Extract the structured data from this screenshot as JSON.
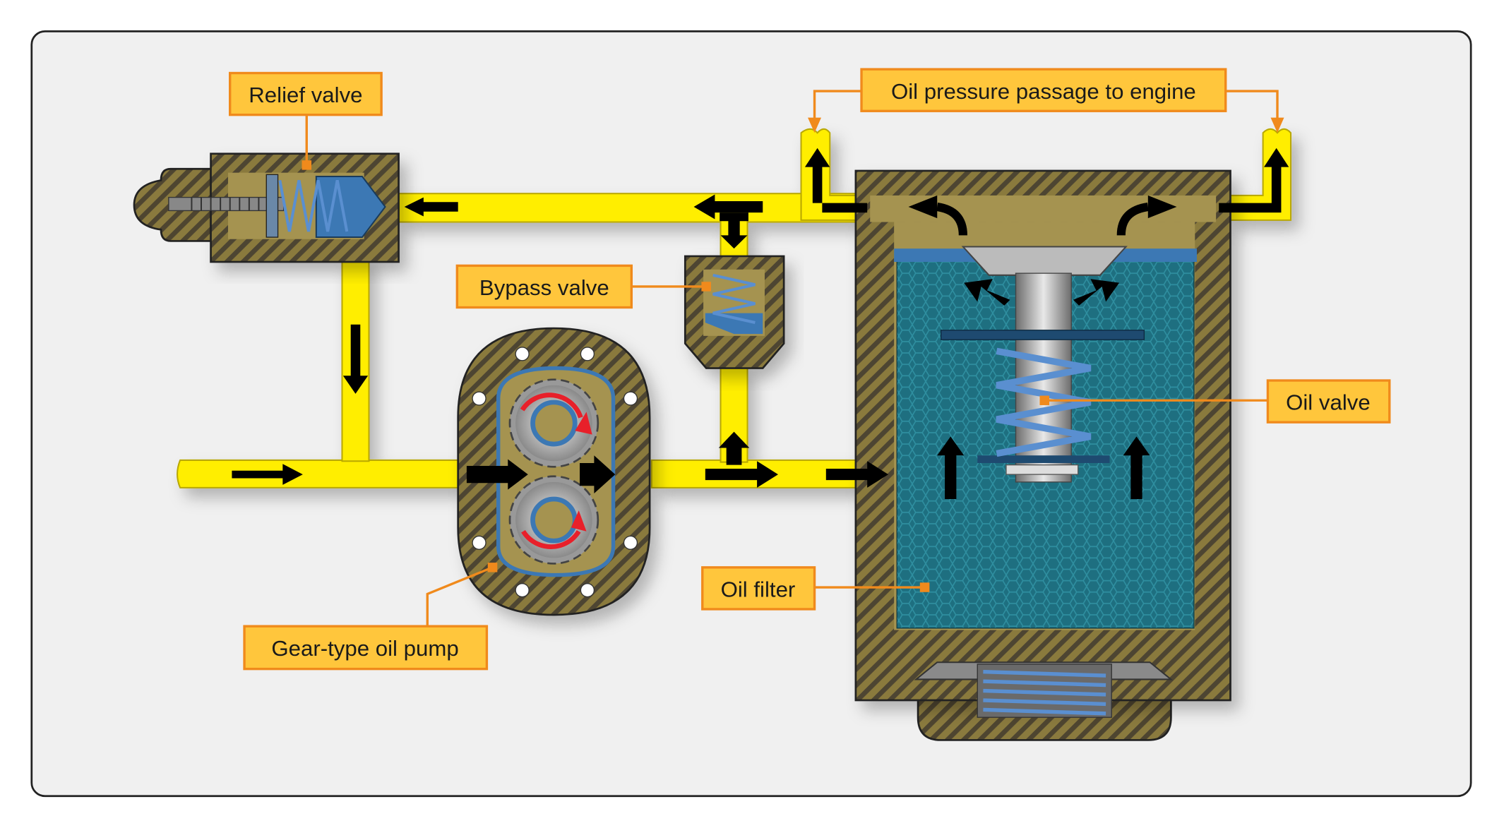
{
  "labels": {
    "relief_valve": "Relief valve",
    "oil_pressure_passage": "Oil pressure passage to engine",
    "bypass_valve": "Bypass valve",
    "oil_valve": "Oil valve",
    "oil_filter": "Oil filter",
    "gear_pump": "Gear-type oil pump"
  },
  "colors": {
    "panel_background": "#f0f0f0",
    "oil_passage": "#ffee00",
    "housing": "#8a7a3e",
    "housing_stripe": "#4e4530",
    "filter_element": "#1e6f80",
    "label_fill": "#ffc63c",
    "label_border": "#f08a1c",
    "leader_line": "#f08a1c",
    "flow_arrow": "#000000",
    "rotation_arrow": "#e8202a",
    "spring": "#5a8fd0"
  },
  "icons": {
    "flow": "black-arrow-icon",
    "rotation": "red-rotation-arrow-icon"
  }
}
